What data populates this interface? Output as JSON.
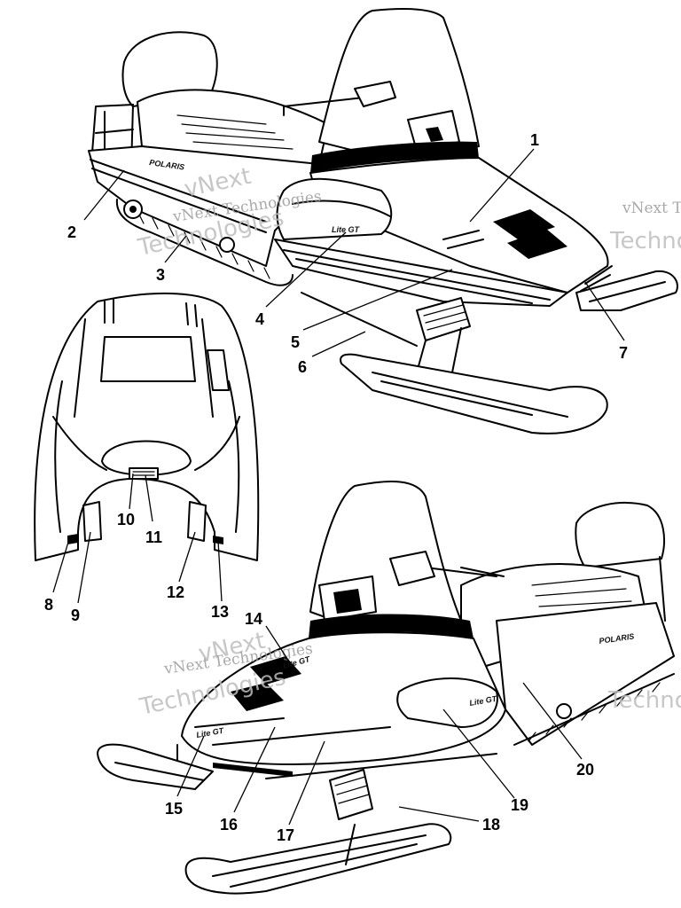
{
  "diagram": {
    "callouts": [
      "1",
      "2",
      "3",
      "4",
      "5",
      "6",
      "7",
      "8",
      "9",
      "10",
      "11",
      "12",
      "13",
      "14",
      "15",
      "16",
      "17",
      "18",
      "19",
      "20"
    ],
    "brand_text": "POLARIS",
    "model_text": "Lite GT",
    "watermarks": {
      "line1": "vNext",
      "line2": "Technologies",
      "small": "vNext Technologies",
      "edge_top": "vNext Te",
      "edge_bottom": "Technol"
    }
  }
}
